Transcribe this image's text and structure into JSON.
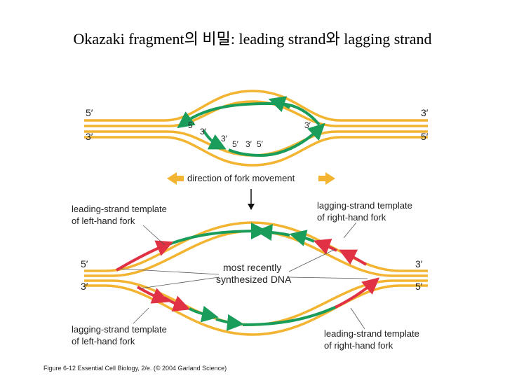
{
  "title": "Okazaki fragment의 비밀: leading strand와 lagging strand",
  "diagram": {
    "top_bubble": {
      "left_top": "5′",
      "left_bottom": "3′",
      "right_top": "3′",
      "right_bottom": "5′",
      "inner_5_left": "5′",
      "inner_3_left": "3′",
      "inner_3_a": "3′",
      "inner_5_a": "5′",
      "inner_3_b": "3′",
      "inner_5_b": "5′",
      "inner_3_right": "3′"
    },
    "direction_label": "direction of fork movement",
    "bottom_bubble": {
      "left_top": "5′",
      "left_bottom": "3′",
      "right_top": "3′",
      "right_bottom": "5′",
      "label_top_left_1": "leading-strand template",
      "label_top_left_2": "of left-hand fork",
      "label_top_right_1": "lagging-strand template",
      "label_top_right_2": "of right-hand fork",
      "label_center_1": "most recently",
      "label_center_2": "synthesized DNA",
      "label_bottom_left_1": "lagging-strand template",
      "label_bottom_left_2": "of left-hand fork",
      "label_bottom_right_1": "leading-strand template",
      "label_bottom_right_2": "of right-hand fork"
    },
    "colors": {
      "template": "#f2b431",
      "new_strand": "#1a9c5a",
      "recent": "#e03244",
      "arrow": "#f2b431"
    }
  },
  "caption": "Figure 6-12  Essential Cell Biology, 2/e. (© 2004 Garland Science)"
}
